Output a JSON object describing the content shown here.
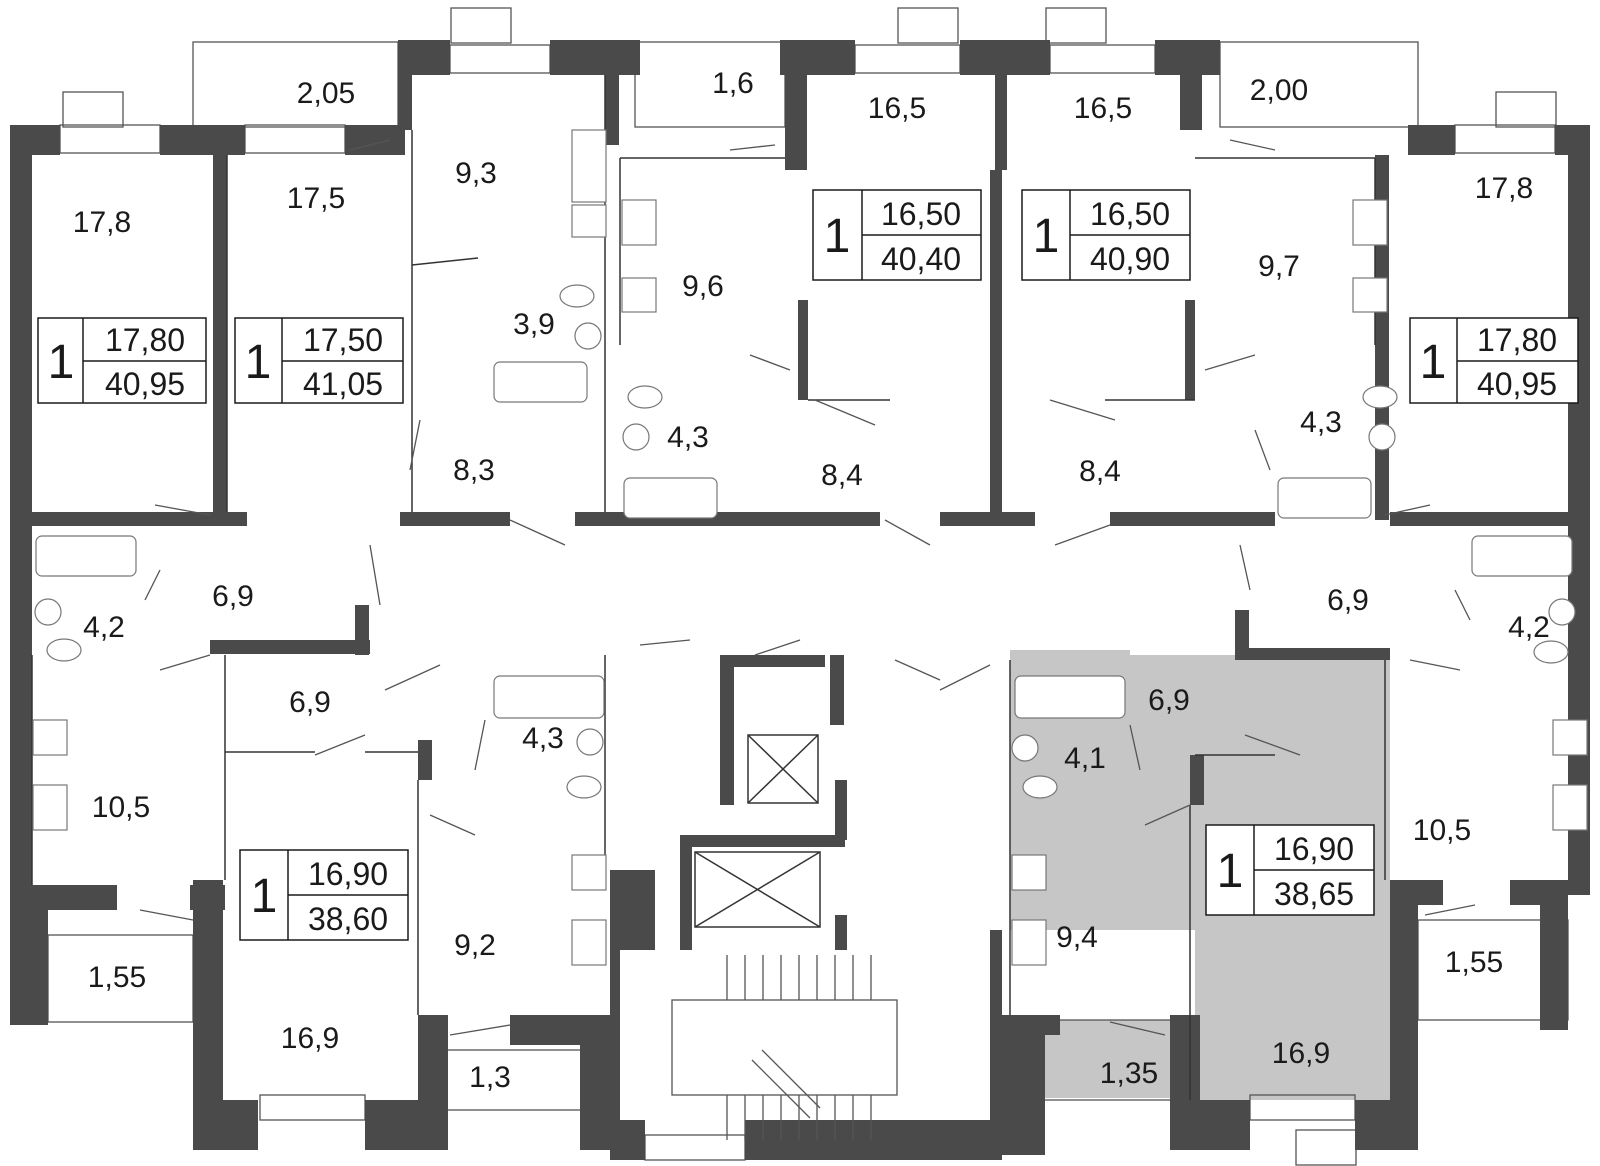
{
  "colors": {
    "wall": "#4a4a4a",
    "highlight": "#c6c6c6",
    "highlight_light": "#d6d6d6",
    "line": "#555555"
  },
  "apartments": [
    {
      "id": "apt-a",
      "rooms": "1",
      "living": "17,80",
      "total": "40,95"
    },
    {
      "id": "apt-b",
      "rooms": "1",
      "living": "17,50",
      "total": "41,05"
    },
    {
      "id": "apt-c",
      "rooms": "1",
      "living": "16,50",
      "total": "40,40"
    },
    {
      "id": "apt-d",
      "rooms": "1",
      "living": "16,50",
      "total": "40,90"
    },
    {
      "id": "apt-e",
      "rooms": "1",
      "living": "17,80",
      "total": "40,95"
    },
    {
      "id": "apt-f",
      "rooms": "1",
      "living": "16,90",
      "total": "38,60"
    },
    {
      "id": "apt-g",
      "rooms": "1",
      "living": "16,90",
      "total": "38,65",
      "highlighted": true
    }
  ],
  "room_areas": [
    "2,05",
    "1,6",
    "16,5",
    "16,5",
    "2,00",
    "17,8",
    "17,5",
    "9,3",
    "9,6",
    "9,7",
    "17,8",
    "3,9",
    "4,3",
    "4,3",
    "8,3",
    "8,4",
    "8,4",
    "6,9",
    "4,2",
    "6,9",
    "4,2",
    "6,9",
    "6,9",
    "4,3",
    "4,1",
    "10,5",
    "10,5",
    "9,2",
    "9,4",
    "1,55",
    "1,55",
    "16,9",
    "16,9",
    "1,3",
    "1,35"
  ]
}
